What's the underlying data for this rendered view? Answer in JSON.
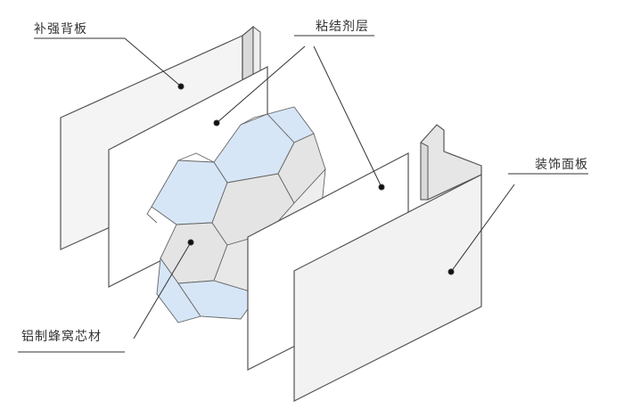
{
  "diagram": {
    "labels": {
      "back_panel": "补强背板",
      "adhesive_layer": "粘结剂层",
      "decorative_panel": "装饰面板",
      "honeycomb_core": "铝制蜂窝芯材"
    },
    "colors": {
      "outline": "#555555",
      "panel_fill": "#f4f4f4",
      "panel_side": "#d9d9d9",
      "sheet_fill": "#ffffff",
      "honeycomb_blue": "#d6e6f7",
      "honeycomb_gray": "#e4e4e4",
      "leader": "#333333"
    }
  }
}
